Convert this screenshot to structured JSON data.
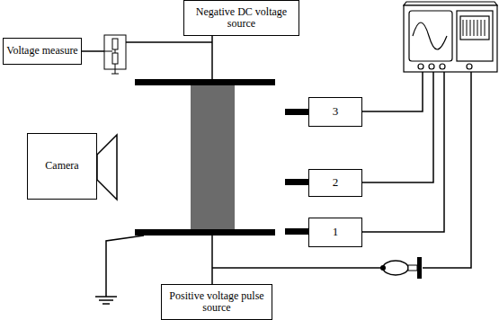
{
  "diagram": {
    "nodes": [
      {
        "text": [
          "Negative DC voltage source"
        ]
      },
      {
        "text": [
          "Voltage measure"
        ]
      },
      {
        "text": [
          "Camera"
        ]
      },
      {
        "text": [
          "3"
        ]
      },
      {
        "text": [
          "2"
        ]
      },
      {
        "text": [
          "1"
        ]
      },
      {
        "text": [
          "Positive voltage pulse source"
        ]
      }
    ]
  }
}
